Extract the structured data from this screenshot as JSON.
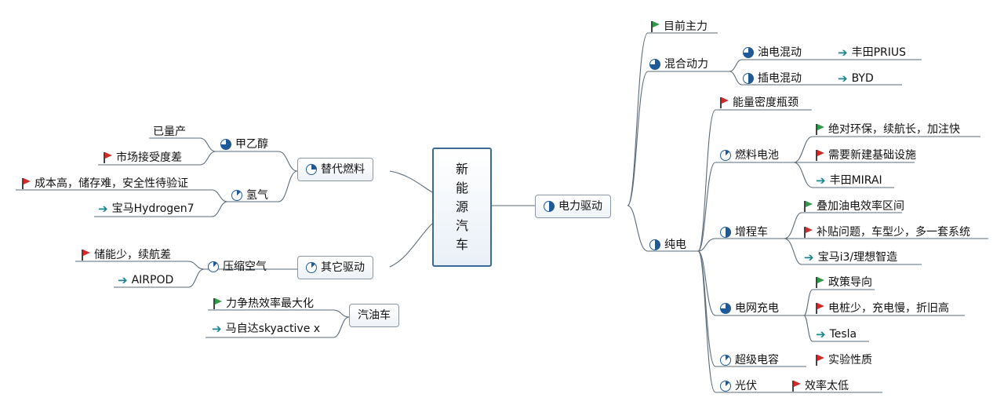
{
  "root": {
    "chars": [
      "新",
      "能",
      "源",
      "汽",
      "车"
    ]
  },
  "colors": {
    "flag_green": "#2e9a44",
    "flag_red": "#d42a2a",
    "pie": "#1e5a98",
    "arrow": "#1a8590",
    "line": "#5a6a78"
  },
  "nodes": {
    "electric": "电力驱动",
    "current_main": "目前主力",
    "hybrid": "混合动力",
    "oil_hybrid": "油电混动",
    "toyota_prius": "丰田PRIUS",
    "plugin_hybrid": "插电混动",
    "byd": "BYD",
    "pure_electric": "纯电",
    "energy_density": "能量密度瓶颈",
    "fuel_cell": "燃料电池",
    "fc_env": "绝对环保，续航长，加注快",
    "fc_infra": "需要新建基础设施",
    "toyota_mirai": "丰田MIRAI",
    "range_ext": "增程车",
    "re_overlay": "叠加油电效率区间",
    "re_subsidy": "补贴问题，车型少，多一套系统",
    "bmw_i3": "宝马i3/理想智造",
    "grid_charge": "电网充电",
    "policy": "政策导向",
    "gc_cons": "电桩少，充电慢，折旧高",
    "tesla": "Tesla",
    "supercap": "超级电容",
    "experimental": "实验性质",
    "solar": "光伏",
    "low_eff": "效率太低",
    "alt_fuel": "替代燃料",
    "methanol": "甲乙醇",
    "mass_produced": "已量产",
    "market_accept": "市场接受度差",
    "hydrogen": "氢气",
    "h2_cons": "成本高，储存难，安全性待验证",
    "bmw_h7": "宝马Hydrogen7",
    "other_drive": "其它驱动",
    "compressed_air": "压缩空气",
    "ca_cons": "储能少，续航差",
    "airpod": "AIRPOD",
    "gasoline": "汽油车",
    "thermal_eff": "力争热效率最大化",
    "mazda": "马自达skyactive x"
  },
  "progress": {
    "electric": 0.5,
    "hybrid": 0.75,
    "oil_hybrid": 0.75,
    "plugin_hybrid": 0.5,
    "pure_electric": 0.5,
    "fuel_cell": 0.125,
    "range_ext": 0.5,
    "grid_charge": 0.75,
    "supercap": 0.125,
    "solar": 0.125,
    "alt_fuel": 0.25,
    "methanol": 0.75,
    "hydrogen": 0.125,
    "other_drive": 0.125,
    "compressed_air": 0.125
  }
}
